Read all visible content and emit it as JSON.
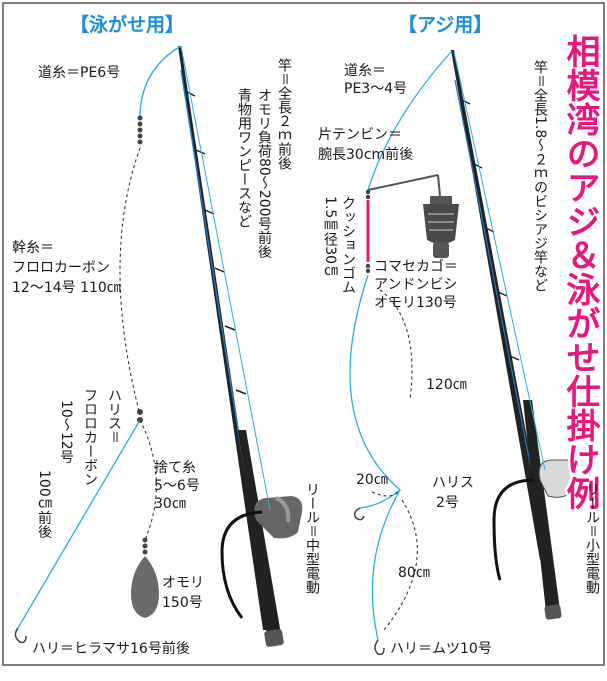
{
  "title": "相模湾のアジ＆泳がせ仕掛け例",
  "colors": {
    "line": "#29aee6",
    "header": "#1c8fd6",
    "title": "#e8177d",
    "cushion": "#e0206f",
    "rod_accent": "#1f78c8"
  },
  "left_rig": {
    "header": "【泳がせ用】",
    "main_line": "道糸＝PE6号",
    "rod": [
      "竿＝全長２ｍ前後",
      "オモリ負荷80～200号前後",
      "青物用ワンピースなど"
    ],
    "trunk_line": [
      "幹糸＝",
      "フロロカーボン",
      "12～14号 110㎝"
    ],
    "leader": [
      "ハリス＝",
      "フロロカーボン",
      "10～12号",
      "100㎝前後"
    ],
    "drop_line": [
      "捨て糸",
      "5～6号",
      "30㎝"
    ],
    "sinker": [
      "オモリ",
      "150号"
    ],
    "reel": "リール＝中型電動",
    "hook": "ハリ＝ヒラマサ16号前後"
  },
  "right_rig": {
    "header": "【アジ用】",
    "main_line": [
      "道糸＝",
      "PE3～4号"
    ],
    "spreader": [
      "片テンビン＝",
      "腕長30cm前後"
    ],
    "cushion": [
      "1.5㎜径30㎝",
      "クッションゴム"
    ],
    "basket": [
      "コマセカゴ＝",
      "アンドンビシ",
      "オモリ130号"
    ],
    "rod": "竿＝全長1.8～２ｍのビシアジ竿など",
    "reel": "リール＝小型電動",
    "len_120": "120㎝",
    "len_20": "20㎝",
    "leader": [
      "ハリス",
      "2号"
    ],
    "len_80": "80㎝",
    "hook": "ハリ＝ムツ10号"
  }
}
